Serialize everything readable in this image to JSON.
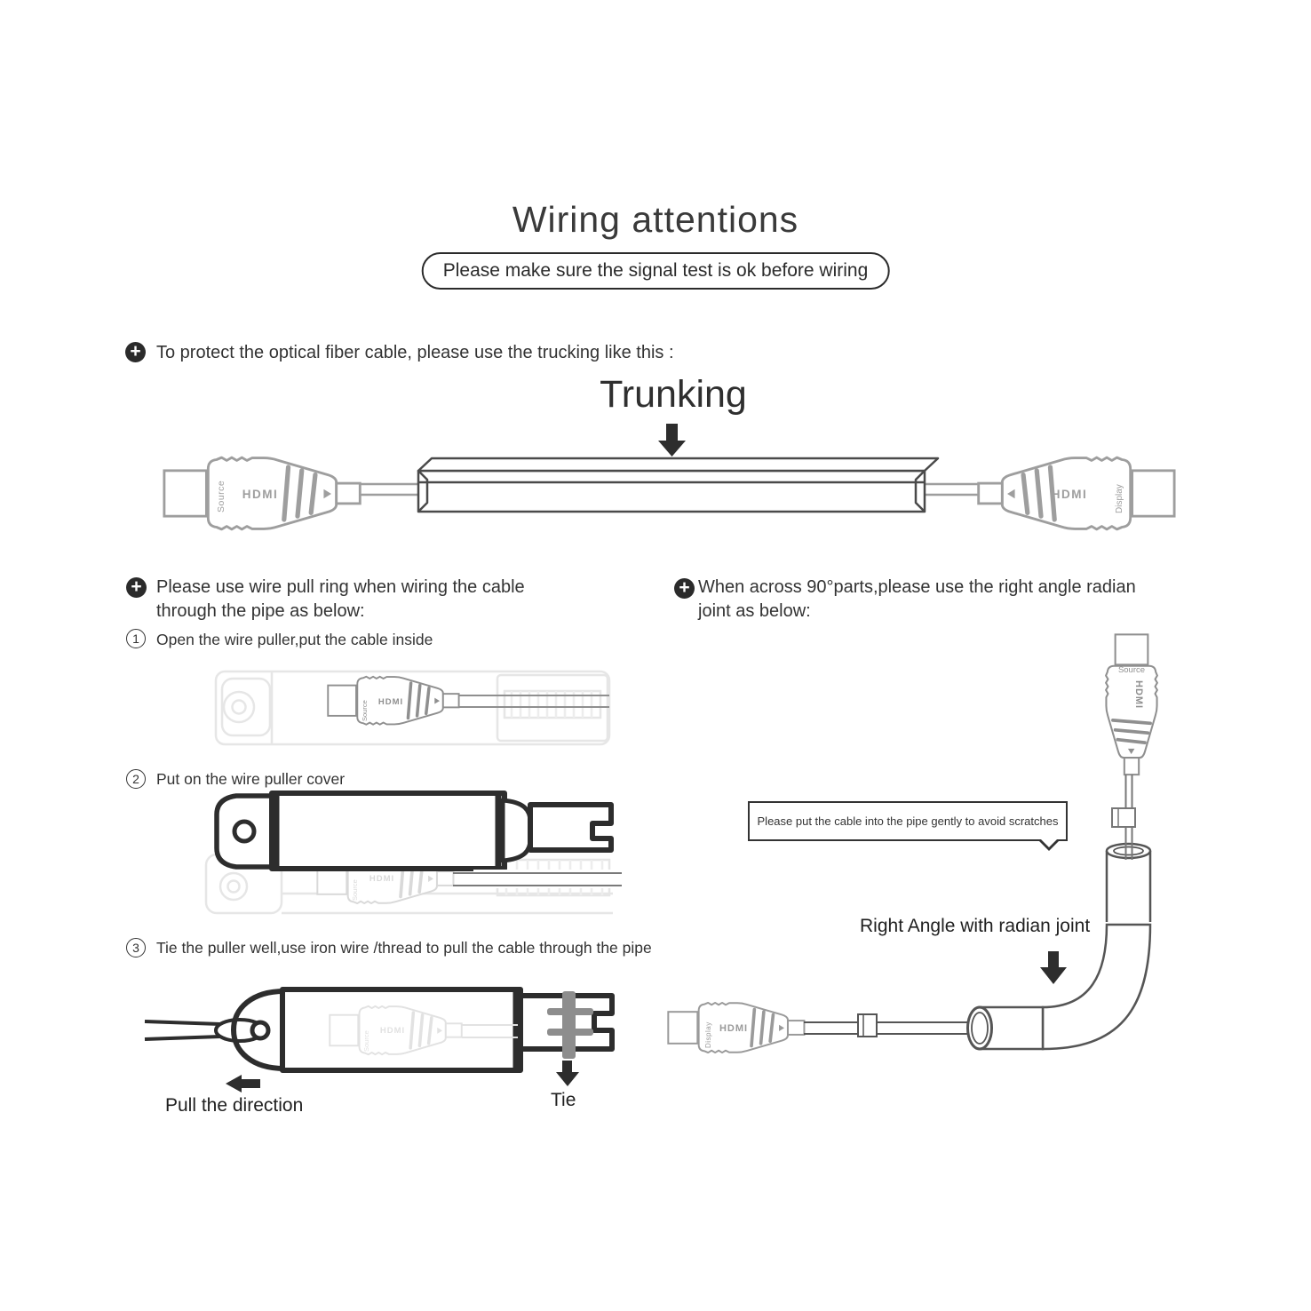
{
  "page": {
    "title": "Wiring attentions",
    "subtitle": "Please make sure the signal test is ok before wiring"
  },
  "labels": {
    "source": "Source",
    "display": "Display",
    "hdmi": "HDMI"
  },
  "trunking_section": {
    "bullet": "To protect the optical fiber cable, please use the trucking like this :",
    "label": "Trunking"
  },
  "pull_ring_section": {
    "bullet": "Please use wire pull ring when wiring the cable through the pipe as below:",
    "steps": [
      {
        "num": "1",
        "text": "Open the wire puller,put the cable inside"
      },
      {
        "num": "2",
        "text": "Put on the wire puller cover"
      },
      {
        "num": "3",
        "text": "Tie the puller well,use iron wire /thread to pull the cable through the pipe"
      }
    ],
    "pull_label": "Pull the direction",
    "tie_label": "Tie"
  },
  "right_angle_section": {
    "bullet": "When across 90°parts,please use the right angle radian joint as below:",
    "callout": "Please put the cable into the pipe gently to avoid scratches",
    "joint_label": "Right Angle with radian joint"
  }
}
